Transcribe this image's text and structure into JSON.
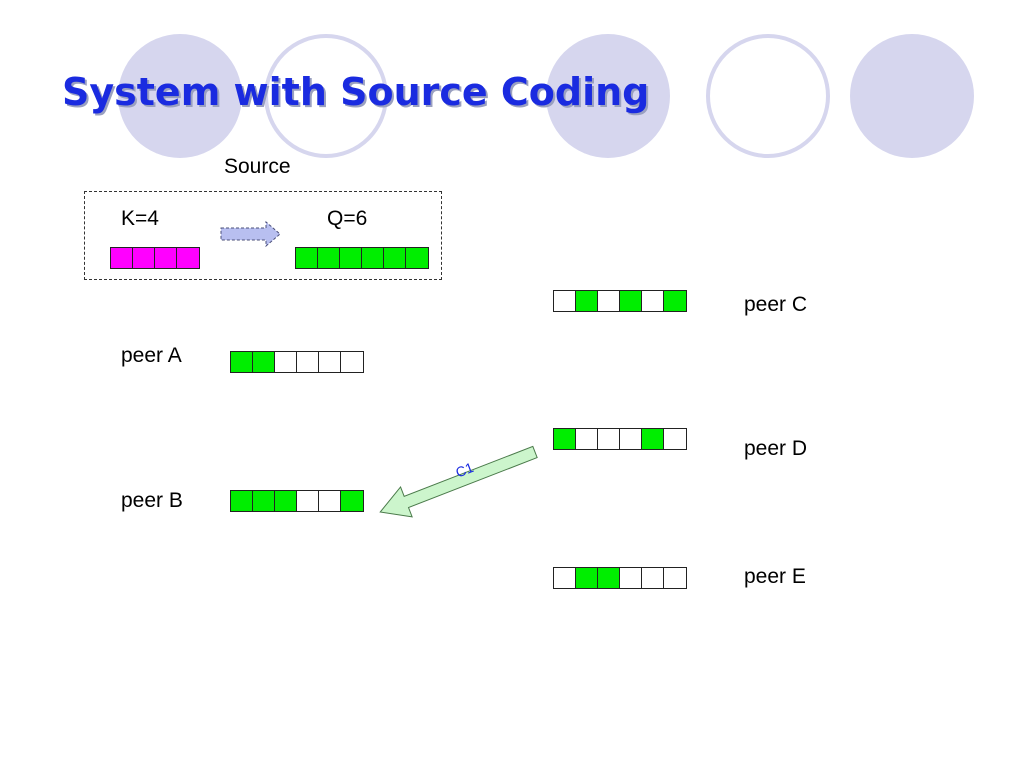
{
  "slide": {
    "title": "System with Source Coding"
  },
  "source": {
    "label": "Source",
    "k_label": "K=4",
    "q_label": "Q=6",
    "original_blocks": [
      "mag",
      "mag",
      "mag",
      "mag"
    ],
    "encoded_blocks": [
      "on",
      "on",
      "on",
      "on",
      "on",
      "on"
    ]
  },
  "peers": {
    "a": {
      "label": "peer A",
      "blocks": [
        "on",
        "on",
        "off",
        "off",
        "off",
        "off"
      ]
    },
    "b": {
      "label": "peer B",
      "blocks": [
        "on",
        "on",
        "on",
        "off",
        "off",
        "on"
      ]
    },
    "c": {
      "label": "peer C",
      "blocks": [
        "off",
        "on",
        "off",
        "on",
        "off",
        "on"
      ]
    },
    "d": {
      "label": "peer D",
      "blocks": [
        "on",
        "off",
        "off",
        "off",
        "on",
        "off"
      ]
    },
    "e": {
      "label": "peer E",
      "blocks": [
        "off",
        "on",
        "on",
        "off",
        "off",
        "off"
      ]
    }
  },
  "transfer": {
    "label": "C1",
    "from": "peer D",
    "to": "peer B"
  },
  "colors": {
    "title": "#1a2be0",
    "coded_block": "#00ee00",
    "original_block": "#ff00ff",
    "decor_circle": "#d6d6ee",
    "source_arrow": "#b8bff0",
    "transfer_arrow": "#ccf5cc",
    "transfer_label": "#1a2be0"
  }
}
